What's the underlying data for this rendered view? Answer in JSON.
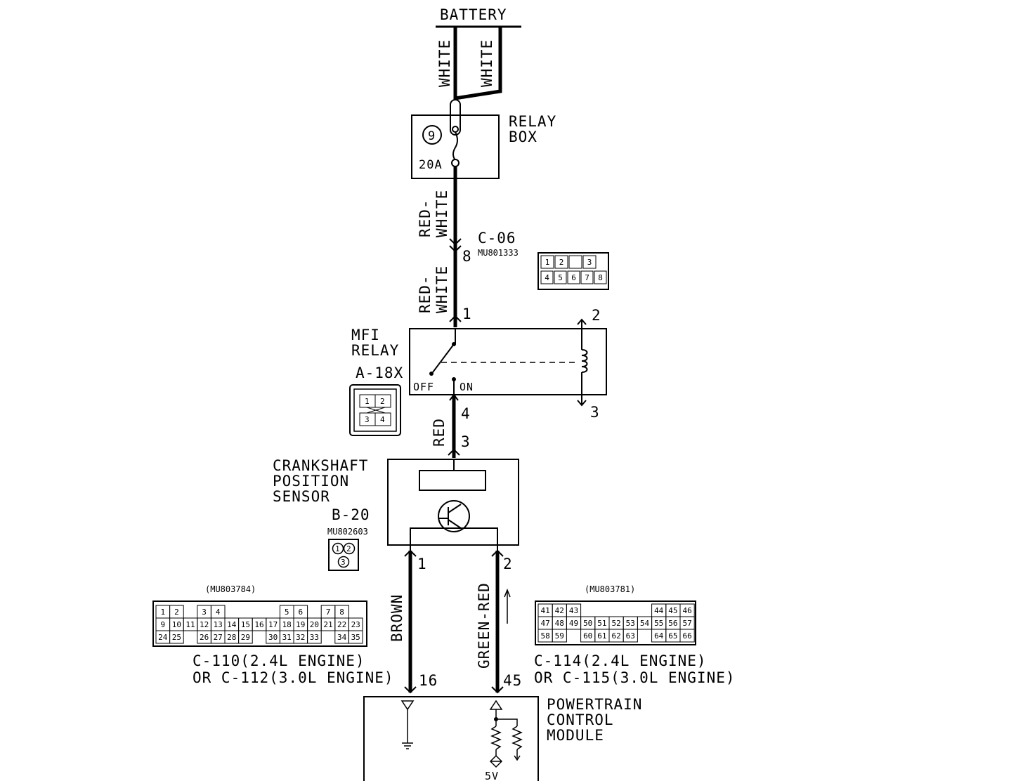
{
  "battery": {
    "label": "BATTERY",
    "wire_left": "WHITE",
    "wire_right": "WHITE"
  },
  "relay_box": {
    "line1": "RELAY",
    "line2": "BOX",
    "fuse_no": "9",
    "fuse_rating": "20A"
  },
  "wire_rw_1": {
    "line1": "RED-",
    "line2": "WHITE"
  },
  "wire_rw_2": {
    "line1": "RED-",
    "line2": "WHITE"
  },
  "c06": {
    "name": "C-06",
    "part": "MU801333",
    "pin": "8",
    "pins_top": [
      "1",
      "2",
      "",
      "3"
    ],
    "pins_bottom": [
      "4",
      "5",
      "6",
      "7",
      "8"
    ]
  },
  "mfi_relay": {
    "line1": "MFI",
    "line2": "RELAY",
    "connector": "A-18X",
    "pin1": "1",
    "pin2": "2",
    "pin3": "3",
    "pin4": "4",
    "off": "OFF",
    "on": "ON",
    "pins": [
      "1",
      "2",
      "3",
      "4"
    ]
  },
  "wire_red": {
    "label": "RED"
  },
  "ckp_sensor": {
    "line1": "CRANKSHAFT",
    "line2": "POSITION",
    "line3": "SENSOR",
    "connector": "B-20",
    "part": "MU802603",
    "pin3": "3",
    "pin1": "1",
    "pin2": "2",
    "pins": [
      "1",
      "2",
      "3"
    ]
  },
  "wire_brown": {
    "label": "BROWN"
  },
  "wire_green_red": {
    "label": "GREEN-RED"
  },
  "pcm": {
    "line1": "POWERTRAIN",
    "line2": "CONTROL",
    "line3": "MODULE",
    "pin16": "16",
    "pin45": "45",
    "v5": "5V"
  },
  "conn_left": {
    "part": "(MU803784)",
    "line1": "C-110(2.4L ENGINE)",
    "line2": "OR C-112(3.0L ENGINE)",
    "rows": [
      [
        "1",
        "2",
        "",
        "3",
        "4",
        "",
        "",
        "",
        "",
        "5",
        "6",
        "",
        "7",
        "8"
      ],
      [
        "9",
        "10",
        "11",
        "12",
        "13",
        "14",
        "15",
        "16",
        "17",
        "18",
        "19",
        "20",
        "21",
        "22",
        "23"
      ],
      [
        "24",
        "25",
        "",
        "26",
        "27",
        "28",
        "29",
        "",
        "30",
        "31",
        "32",
        "33",
        "",
        "34",
        "35"
      ]
    ]
  },
  "conn_right": {
    "part": "(MU803781)",
    "line1": "C-114(2.4L ENGINE)",
    "line2": "OR C-115(3.0L ENGINE)",
    "rows": [
      [
        "41",
        "42",
        "43",
        "",
        "",
        "",
        "",
        "",
        "44",
        "45",
        "46"
      ],
      [
        "47",
        "48",
        "49",
        "50",
        "51",
        "52",
        "53",
        "54",
        "55",
        "56",
        "57"
      ],
      [
        "58",
        "59",
        "",
        "60",
        "61",
        "62",
        "63",
        "",
        "64",
        "65",
        "66"
      ]
    ]
  }
}
